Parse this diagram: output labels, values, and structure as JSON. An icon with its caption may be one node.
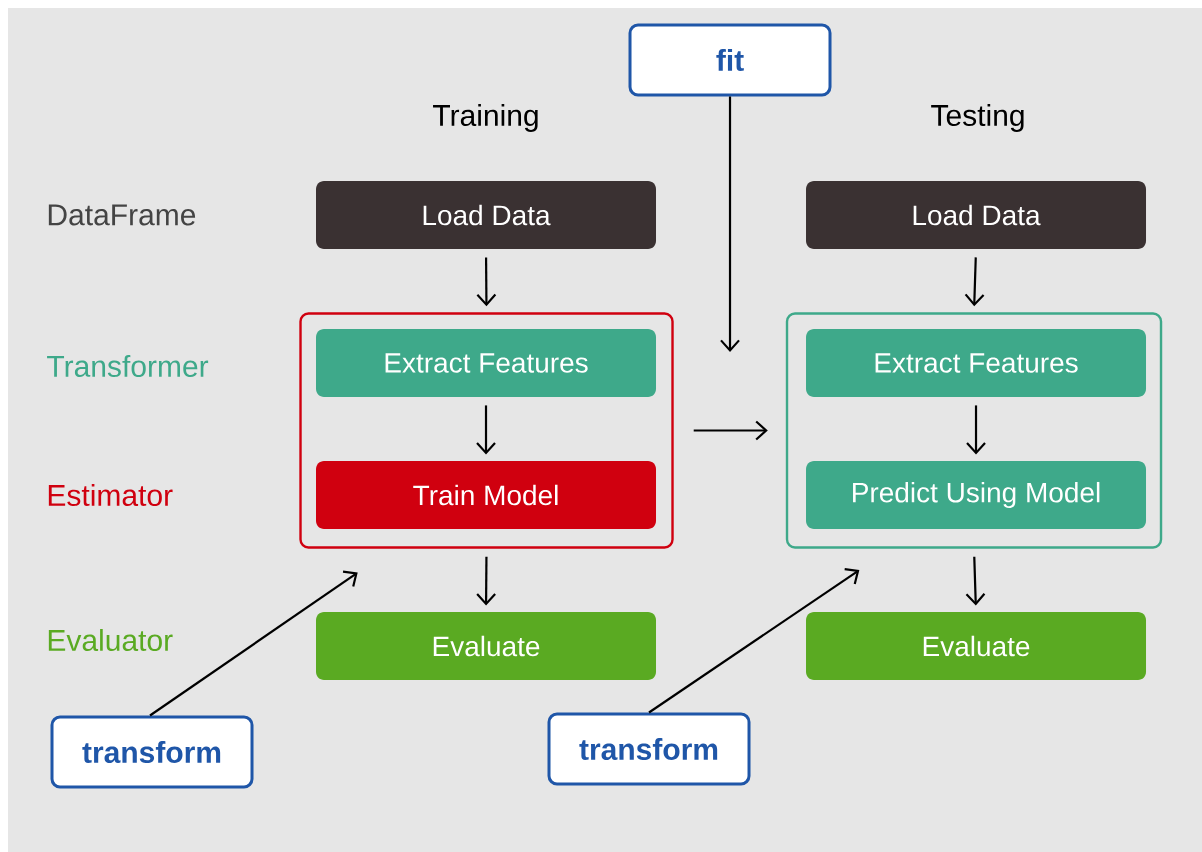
{
  "diagram": {
    "nodes": [
      {
        "text": [
          "fit"
        ]
      },
      {
        "text": [
          "Load Data"
        ]
      },
      {
        "text": [
          "Load Data"
        ]
      },
      {
        "text": [],
        "shape": "box"
      },
      {
        "text": [
          "Extract Features"
        ],
        "in": 3
      },
      {
        "text": [
          "Train Model"
        ],
        "in": 3
      },
      {
        "text": [],
        "shape": "box"
      },
      {
        "text": [
          "Extract Features"
        ],
        "in": 6
      },
      {
        "text": [
          "Predict Using Model"
        ],
        "in": 6
      },
      {
        "text": [
          "Evaluate"
        ]
      },
      {
        "text": [
          "Evaluate"
        ]
      },
      {
        "text": [
          "transform"
        ]
      },
      {
        "text": [
          "transform"
        ]
      }
    ],
    "edges": [
      {
        "from": 1,
        "to": 3,
        "arrow": "to"
      },
      {
        "from": 4,
        "to": 5,
        "arrow": "to"
      },
      {
        "from": 3,
        "to": 9,
        "arrow": "to"
      },
      {
        "from": 2,
        "to": 6,
        "arrow": "to"
      },
      {
        "from": 7,
        "to": 8,
        "arrow": "to"
      },
      {
        "from": 6,
        "to": 10,
        "arrow": "to"
      },
      {
        "from": 0,
        "to": null,
        "arrow": "to"
      },
      {
        "from": 3,
        "to": 6,
        "arrow": "to"
      },
      {
        "from": 11,
        "to": 3,
        "arrow": "to"
      },
      {
        "from": 12,
        "to": 6,
        "arrow": "to"
      }
    ],
    "labels": [
      "Training",
      "Testing",
      "DataFrame",
      "Transformer",
      "Estimator",
      "Evaluator"
    ]
  }
}
